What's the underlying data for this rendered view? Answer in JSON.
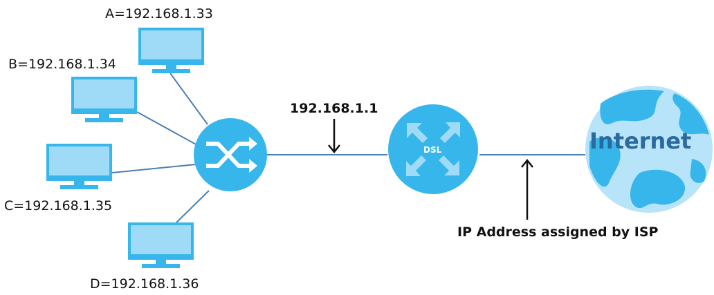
{
  "hosts": [
    {
      "id": "A",
      "label": "A=192.168.1.33"
    },
    {
      "id": "B",
      "label": "B=192.168.1.34"
    },
    {
      "id": "C",
      "label": "C=192.168.1.35"
    },
    {
      "id": "D",
      "label": "D=192.168.1.36"
    }
  ],
  "router": {
    "lan_ip_label": "192.168.1.1",
    "device_label": "DSL"
  },
  "isp": {
    "annotation": "IP Address assigned by ISP"
  },
  "internet": {
    "label": "Internet"
  },
  "colors": {
    "device_fill": "#37B6EC",
    "monitor_screen": "#9FDBF6",
    "monitor_frame": "#37B6EC",
    "link_line": "#4A7FB5",
    "globe_ocean": "#B7E4F8",
    "globe_land": "#37B6EC",
    "internet_text": "#2A6A9E"
  },
  "icons": [
    "monitor-icon",
    "switch-icon",
    "dsl-router-icon",
    "globe-icon",
    "arrow-down-icon",
    "arrow-up-icon"
  ]
}
